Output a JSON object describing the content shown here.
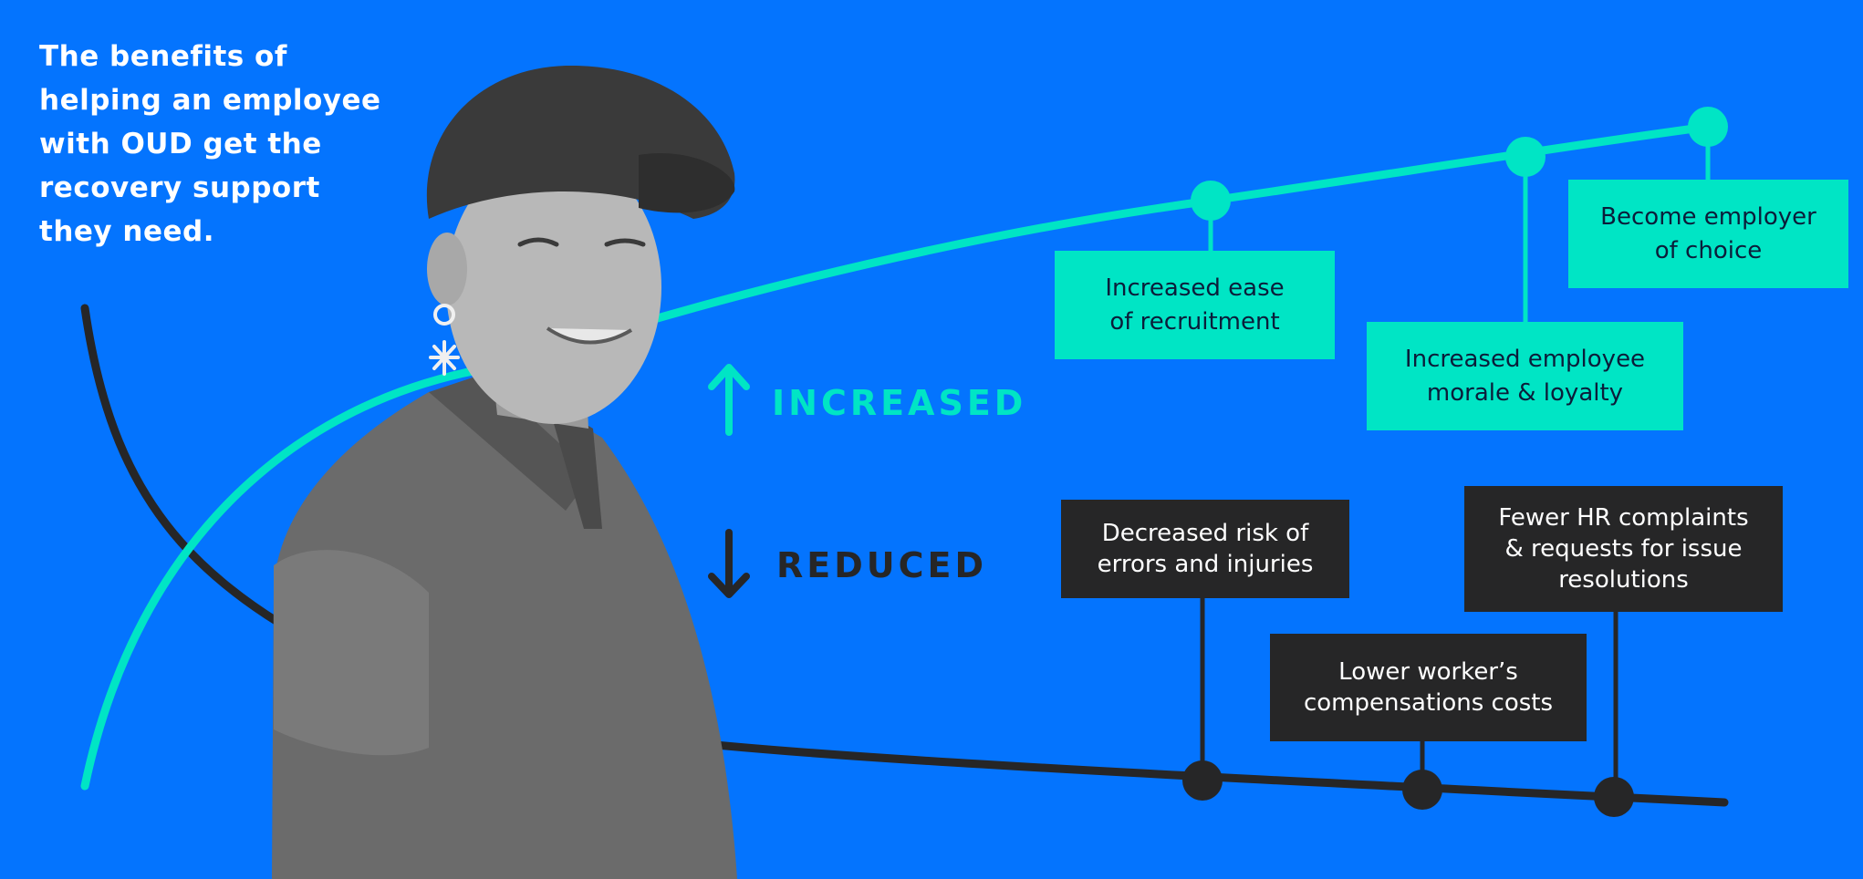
{
  "headline": {
    "lines": [
      "The benefits of",
      "helping an employee",
      "with OUD get the",
      "recovery support",
      "they need."
    ]
  },
  "legend": {
    "increased": "INCREASED",
    "reduced": "REDUCED"
  },
  "increased_items": [
    {
      "lines": [
        "Increased ease",
        "of recruitment"
      ]
    },
    {
      "lines": [
        "Increased employee",
        "morale & loyalty"
      ]
    },
    {
      "lines": [
        "Become employer",
        "of choice"
      ]
    }
  ],
  "reduced_items": [
    {
      "lines": [
        "Decreased risk of",
        "errors and injuries"
      ]
    },
    {
      "lines": [
        "Lower worker’s",
        "compensations costs"
      ]
    },
    {
      "lines": [
        "Fewer HR complaints",
        "& requests for issue",
        "resolutions"
      ]
    }
  ],
  "colors": {
    "background": "#0474FE",
    "increase": "#00E5C5",
    "reduce": "#262627",
    "text_light": "#FFFFFF",
    "text_dark": "#0B1D3A"
  }
}
